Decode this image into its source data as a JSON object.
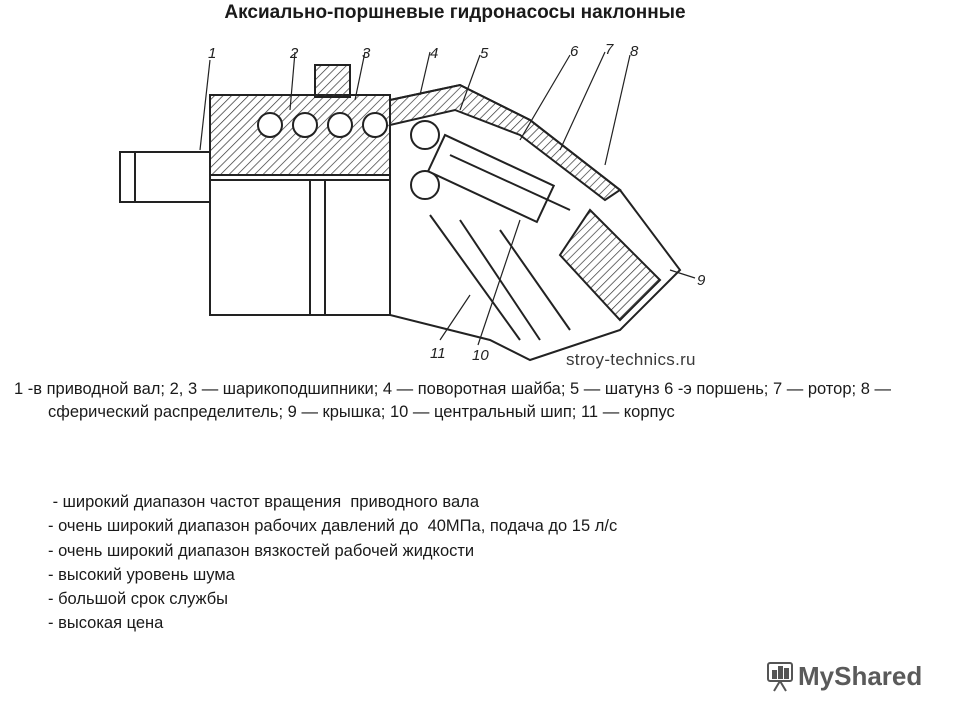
{
  "title": "Аксиально-поршневые гидронасосы наклонные",
  "figure": {
    "callouts": [
      "1",
      "2",
      "3",
      "4",
      "5",
      "6",
      "7",
      "8",
      "9",
      "10",
      "11"
    ],
    "watermark": "stroy-technics.ru"
  },
  "caption": "1 -в приводной вал; 2, 3 — шарикоподшипники; 4 — поворотная шайба; 5 — шатунз 6 -э поршень; 7 — ротор; 8 — сферический распределитель; 9 — крышка; 10 — центральный шип; 11 — корпус",
  "features": [
    " - широкий диапазон частот вращения  приводного вала",
    "- очень широкий диапазон рабочих давлений до  40МПа, подача до 15 л/с",
    "- очень широкий диапазон вязкостей рабочей жидкости",
    "- высокий уровень шума",
    "- большой срок службы",
    "- высокая цена"
  ],
  "brand": "MyShared"
}
